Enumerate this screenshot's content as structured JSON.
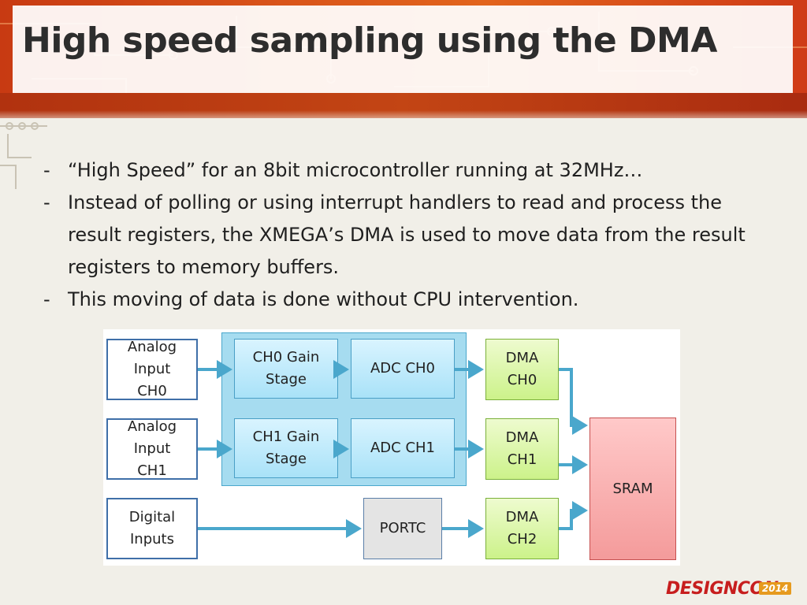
{
  "slide": {
    "title": "High speed sampling using the DMA",
    "bullets": [
      {
        "dash": "-",
        "text": "“High Speed” for an 8bit microcontroller running at 32MHz…"
      },
      {
        "dash": "-",
        "text": "Instead of polling or using interrupt handlers to read and process the result registers, the XMEGA’s DMA is used to move data from the result registers to memory buffers."
      },
      {
        "dash": "-",
        "text": "This moving of data is done without CPU intervention."
      }
    ]
  },
  "diagram": {
    "inputs": [
      "Analog Input CH0",
      "Analog Input CH1",
      "Digital Inputs"
    ],
    "gain_stages": [
      "CH0 Gain Stage",
      "CH1 Gain Stage"
    ],
    "adcs": [
      "ADC CH0",
      "ADC CH1"
    ],
    "portc": "PORTC",
    "dmas": [
      "DMA CH0",
      "DMA CH1",
      "DMA CH2"
    ],
    "sram": "SRAM"
  },
  "logo": {
    "name": "DESIGNCON",
    "year": "2014"
  },
  "colors": {
    "banner": "#d9541a",
    "input_border": "#3f6fa8",
    "stage_fill": "#a9e2f8",
    "dma_fill": "#ccf28a",
    "sram_fill": "#f49b9b",
    "arrow": "#4aa7cc"
  }
}
